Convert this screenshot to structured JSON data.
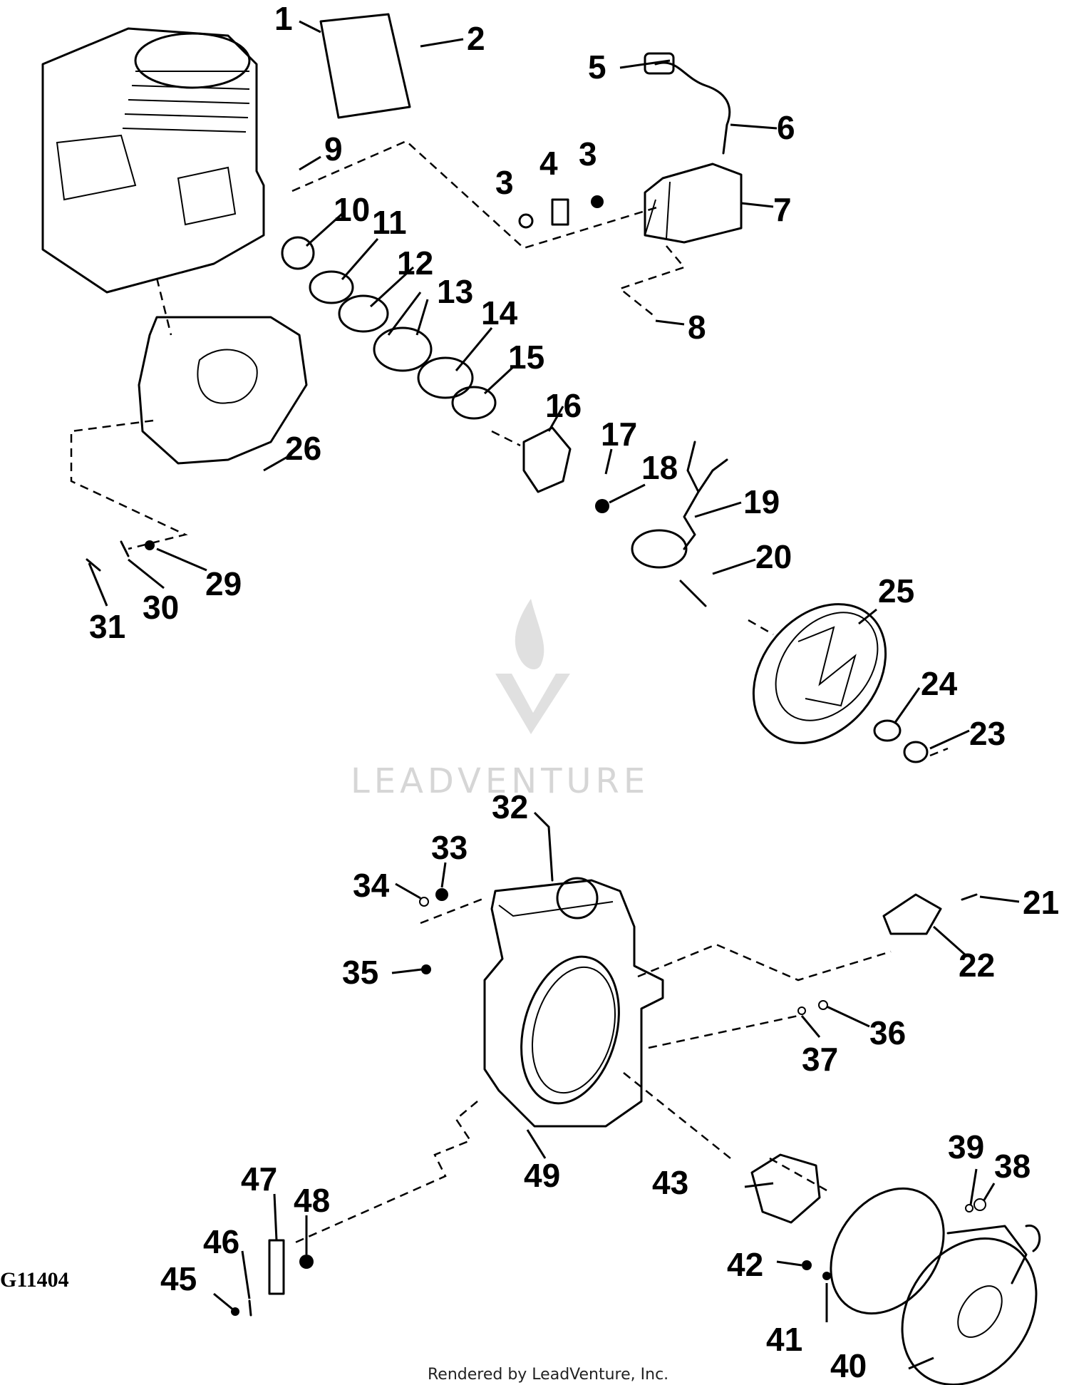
{
  "figure_id": "G11404",
  "watermark": "LEADVENTURE",
  "footer": "Rendered by LeadVenture, Inc.",
  "callouts": [
    "1",
    "2",
    "3",
    "3",
    "4",
    "5",
    "6",
    "7",
    "8",
    "9",
    "10",
    "11",
    "12",
    "13",
    "14",
    "15",
    "16",
    "17",
    "18",
    "19",
    "20",
    "21",
    "22",
    "23",
    "24",
    "25",
    "26",
    "29",
    "30",
    "31",
    "32",
    "33",
    "34",
    "35",
    "36",
    "37",
    "38",
    "39",
    "40",
    "41",
    "42",
    "43",
    "45",
    "46",
    "47",
    "48",
    "49"
  ],
  "colors": {
    "ink": "#000000",
    "watermark": "#d6d6d6",
    "background": "#ffffff"
  },
  "icons": [
    "leadventure-logo-icon"
  ]
}
